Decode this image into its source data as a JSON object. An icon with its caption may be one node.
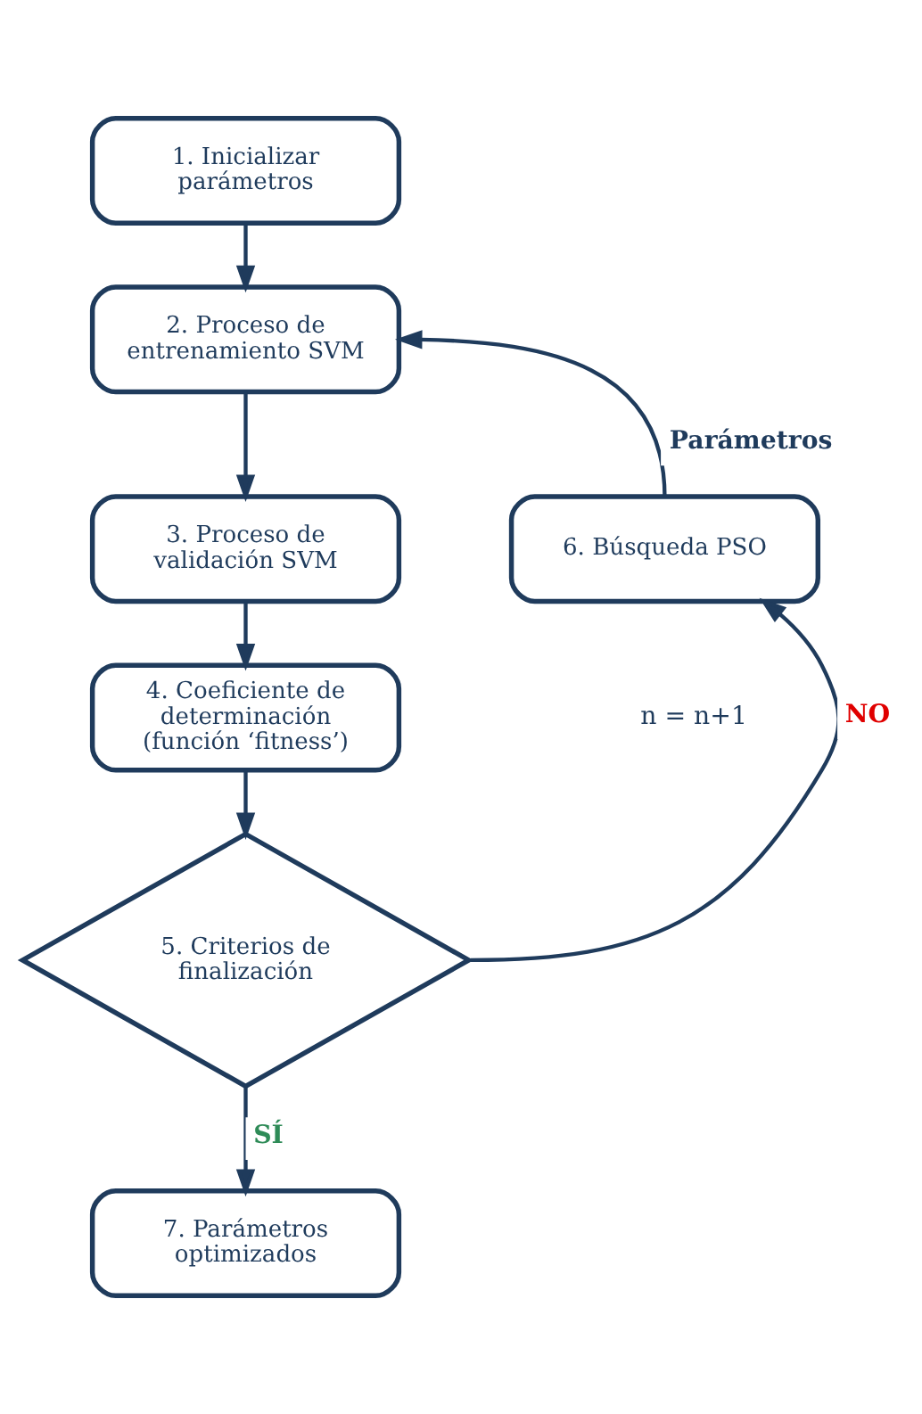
{
  "diagram": {
    "nodes": [
      {
        "text": [
          "1. Inicializar parámetros"
        ]
      },
      {
        "text": [
          "2. Proceso de entrenamiento SVM"
        ]
      },
      {
        "text": [
          "3. Proceso de validación SVM"
        ]
      },
      {
        "text": [
          "4. Coeficiente de determinación (función ‘fitness’)"
        ]
      },
      {
        "text": [
          "5. Criterios de finalización"
        ]
      },
      {
        "text": [
          "6. Búsqueda PSO"
        ]
      },
      {
        "text": [
          "7. Parámetros optimizados"
        ]
      }
    ],
    "edges": [
      {
        "from": 0,
        "to": 1,
        "arrow": "to"
      },
      {
        "from": 1,
        "to": 2,
        "arrow": "to"
      },
      {
        "from": 2,
        "to": 3,
        "arrow": "to"
      },
      {
        "from": 3,
        "to": 4,
        "arrow": "to"
      },
      {
        "from": 4,
        "to": 5,
        "arrow": "to",
        "label": "NO"
      },
      {
        "from": 5,
        "to": 1,
        "arrow": "to",
        "label": "Parámetros"
      },
      {
        "from": 4,
        "to": 6,
        "arrow": "to",
        "label": "SÍ"
      }
    ],
    "labels": [
      "n = n+1"
    ]
  }
}
